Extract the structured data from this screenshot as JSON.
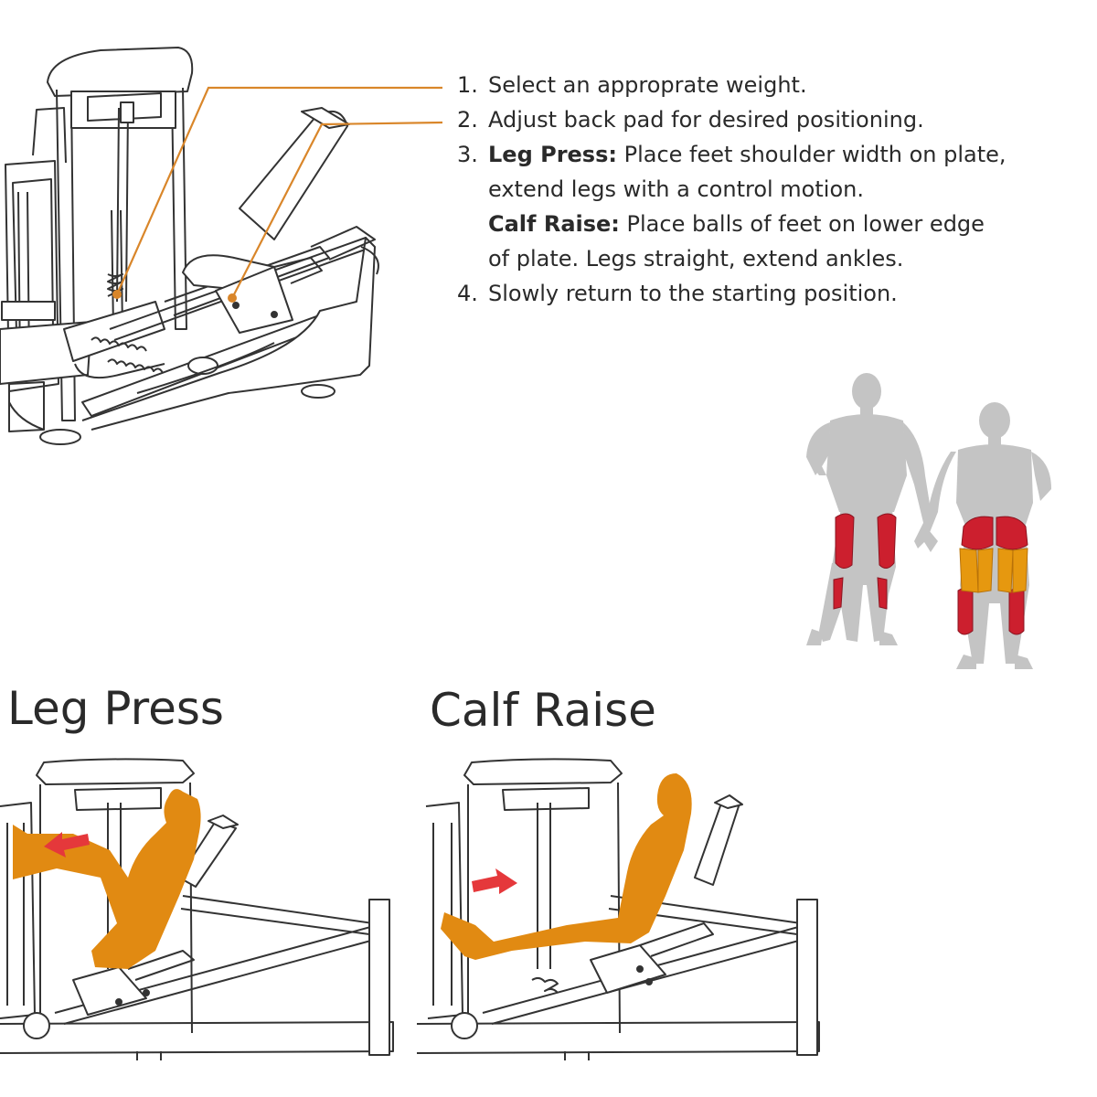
{
  "instructions": [
    {
      "num": "1.",
      "text": "Select an approprate weight."
    },
    {
      "num": "2.",
      "text": "Adjust back pad for desired positioning."
    },
    {
      "num": "3.",
      "bold": "Leg Press:",
      "text": " Place feet shoulder width on plate,",
      "continuation": "extend legs with a control motion.",
      "sub": {
        "bold": "Calf Raise:",
        "text": " Place balls of feet on lower edge",
        "continuation": "of plate. Legs straight, extend ankles."
      }
    },
    {
      "num": "4.",
      "text": "Slowly return to the starting position."
    }
  ],
  "headings": {
    "leg_press": "Leg Press",
    "calf_raise": "Calf Raise"
  },
  "colors": {
    "callout_line": "#d9862a",
    "body_orange": "#e18a12",
    "muscle_red": "#cc1f2e",
    "muscle_orange": "#e6980f",
    "figure_gray": "#bdbdbd",
    "arrow_red": "#e5383b",
    "line": "#333333"
  },
  "icons": [
    "leg-press-machine-drawing",
    "muscle-chart-front",
    "muscle-chart-back",
    "direction-arrow-left",
    "direction-arrow-right"
  ]
}
